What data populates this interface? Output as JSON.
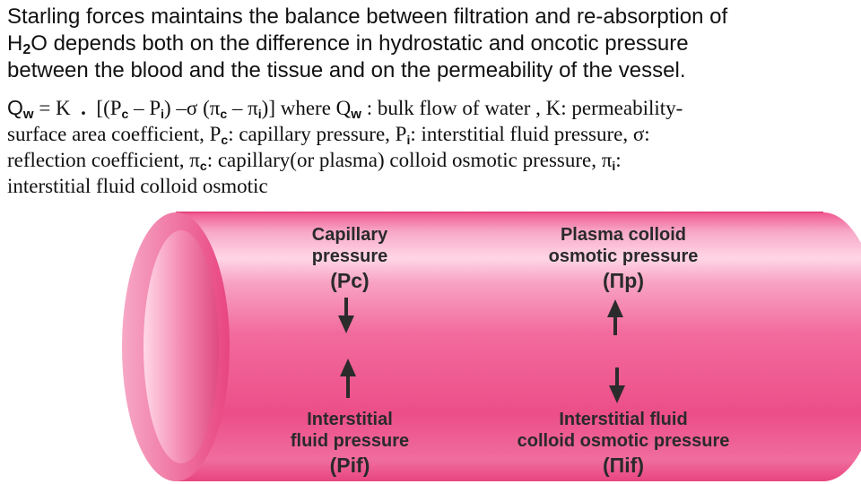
{
  "intro": {
    "line1": "Starling forces maintains the balance between filtration and re-absorption of",
    "line2_pre": "H",
    "line2_sub": "2",
    "line2_post": "O depends both on the difference in hydrostatic and oncotic pressure",
    "line3": "between the blood and the tissue and on the permeability of the vessel."
  },
  "equation": {
    "q": "Q",
    "w": "w",
    "eq_k": " = K",
    "dot": ".",
    "open": " [(P",
    "c": "c",
    "minus": " – P",
    "i": "i",
    "sigma": ") –σ (π",
    "c2": "c",
    "minus_pi": " – π",
    "i2": "i",
    "close_where": ")] where Q",
    "w2": "w",
    "def_line1_rest": " : bulk flow of water , K: permeability-",
    "def_line2_a": "surface area coefficient, P",
    "def_line2_c": "c",
    "def_line2_b": ": capillary pressure, P",
    "def_line2_i": "i",
    "def_line2_c_end": ": interstitial fluid pressure, σ:",
    "def_line3_a": "reflection coefficient, π",
    "def_line3_c": "c",
    "def_line3_b": ":  capillary(or plasma) colloid osmotic pressure, π",
    "def_line3_i": "i",
    "def_line3_end": ":",
    "def_line4": "interstitial fluid colloid osmotic"
  },
  "diagram": {
    "tube_color": "#f0588f",
    "tube_highlight": "#ffd3e3",
    "labels": {
      "cap_line1": "Capillary",
      "cap_line2": "pressure",
      "cap_sym": "(Pc)",
      "plasma_line1": "Plasma colloid",
      "plasma_line2": "osmotic pressure",
      "plasma_sym": "(Πp)",
      "if_line1": "Interstitial",
      "if_line2": "fluid pressure",
      "if_sym": "(Pif)",
      "ifc_line1": "Interstitial fluid",
      "ifc_line2": "colloid osmotic pressure",
      "ifc_sym": "(Πif)"
    },
    "arrows": {
      "capillary_pressure": "down-arrow",
      "plasma_colloid": "up-arrow",
      "interstitial_fluid": "up-arrow",
      "interstitial_colloid": "down-arrow"
    }
  }
}
